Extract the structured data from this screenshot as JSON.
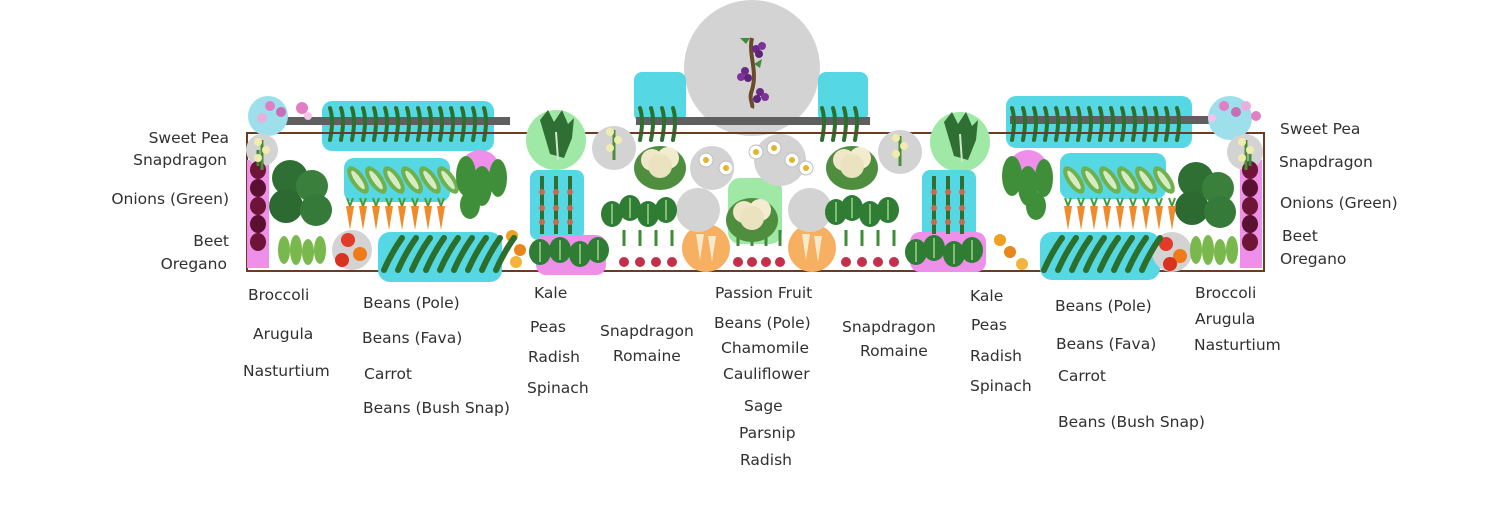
{
  "colors": {
    "bed_border": "#6b3b24",
    "highlight_cyan": "#56d8e4",
    "highlight_pink": "#ee8fe9",
    "highlight_green": "#9fe8a6",
    "highlight_orange": "#f7b062",
    "highlight_grey": "#cfcfcf",
    "trellis": "#555555",
    "leaf_dark": "#2e7a33",
    "leaf_light": "#6bb84a"
  },
  "labels": {
    "left": {
      "sweet_pea": "Sweet Pea",
      "snapdragon": "Snapdragon",
      "onions": "Onions (Green)",
      "beet": "Beet",
      "oregano": "Oregano"
    },
    "right": {
      "sweet_pea": "Sweet Pea",
      "snapdragon": "Snapdragon",
      "onions": "Onions (Green)",
      "beet": "Beet",
      "oregano": "Oregano"
    },
    "col1": [
      "Broccoli",
      "Arugula",
      "Nasturtium"
    ],
    "col2": [
      "Beans (Pole)",
      "Beans (Fava)",
      "Carrot",
      "Beans (Bush Snap)"
    ],
    "col3": [
      "Kale",
      "Peas",
      "Radish",
      "Spinach"
    ],
    "col4": [
      "Snapdragon",
      "Romaine"
    ],
    "col5": [
      "Passion Fruit",
      "Beans (Pole)",
      "Chamomile",
      "Cauliflower",
      "Sage",
      "Parsnip",
      "Radish"
    ],
    "col6": [
      "Snapdragon",
      "Romaine"
    ],
    "col7": [
      "Kale",
      "Peas",
      "Radish",
      "Spinach"
    ],
    "col8": [
      "Beans (Pole)",
      "Beans (Fava)",
      "Carrot",
      "Beans (Bush Snap)"
    ],
    "col9": [
      "Broccoli",
      "Arugula",
      "Nasturtium"
    ]
  }
}
